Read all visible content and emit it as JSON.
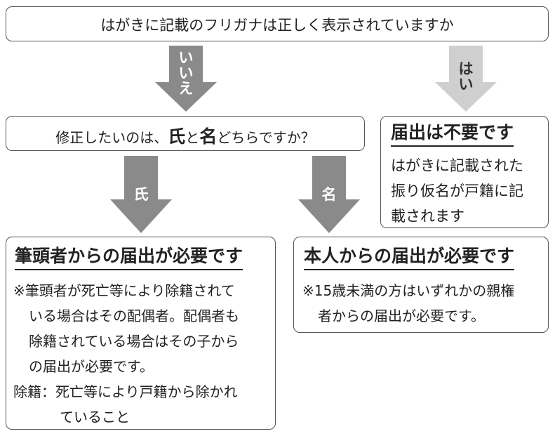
{
  "question1": "はがきに記載のフリガナは正しく表示されていますか",
  "answer_no": [
    "い",
    "い",
    "え"
  ],
  "answer_yes": [
    "は",
    "い"
  ],
  "question2": {
    "before": "修正したいのは、",
    "bold1": "氏",
    "middle": "と",
    "bold2": "名",
    "after": "どちらですか？"
  },
  "not_required": {
    "title": "届出は不要です",
    "lines": [
      "はがきに記載された",
      "振り仮名が戸籍に記",
      "載されます"
    ]
  },
  "branch_surname": "氏",
  "branch_given": "名",
  "head_box": {
    "title": "筆頭者からの届出が必要です",
    "note_lines": [
      "※筆頭者が死亡等により除籍されて",
      "いる場合はその配偶者。配偶者も",
      "除籍されている場合はその子から",
      "の届出が必要です。"
    ],
    "definition_label": "除籍：",
    "definition_lines": [
      "死亡等により戸籍から除かれ",
      "ていること"
    ]
  },
  "self_box": {
    "title": "本人からの届出が必要です",
    "note_lines": [
      "※15歳未満の方はいずれかの親権",
      "者からの届出が必要です。"
    ]
  },
  "colors": {
    "arrow_dark": "#8a8a8a",
    "arrow_light": "#cfcfcf",
    "border": "#555555"
  }
}
